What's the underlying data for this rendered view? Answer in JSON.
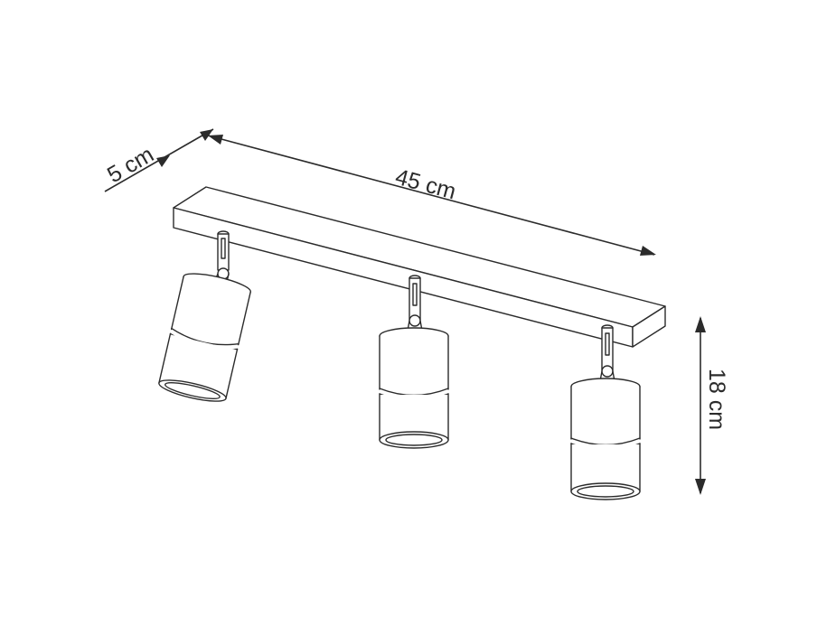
{
  "dimensions": {
    "depth": "5 cm",
    "length": "45 cm",
    "height": "18 cm"
  },
  "spotlights": [
    {
      "name": "left-spotlight",
      "tilted": true
    },
    {
      "name": "middle-spotlight",
      "tilted": false
    },
    {
      "name": "right-spotlight",
      "tilted": false
    }
  ],
  "colors": {
    "line": "#2b2b2b",
    "background": "#ffffff"
  }
}
